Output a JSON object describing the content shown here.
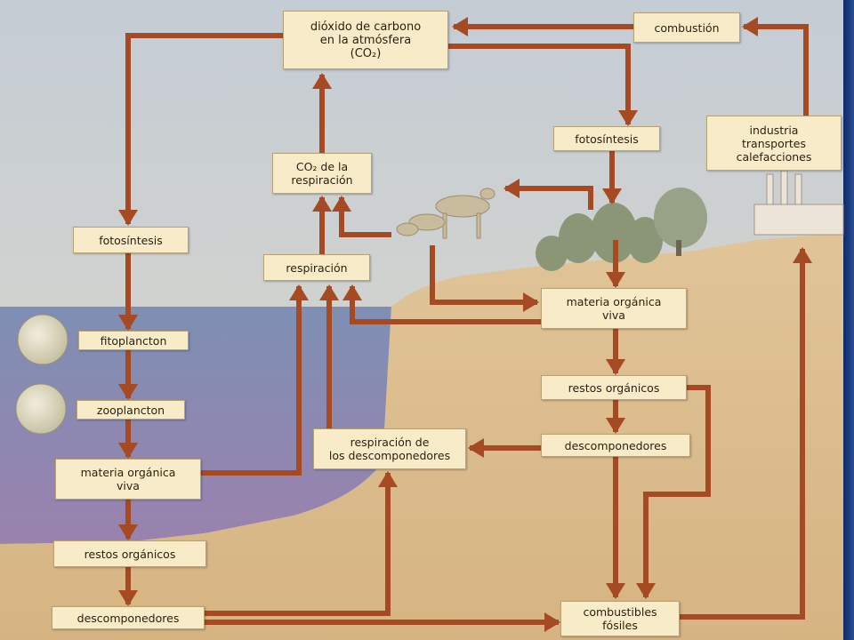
{
  "labels": {
    "co2_atmosphere": [
      "dióxido de carbono",
      "en la atmósfera",
      "(CO₂)"
    ],
    "combustion": "combustión",
    "photosynthesis_land": "fotosíntesis",
    "industry": [
      "industria",
      "transportes",
      "calefacciones"
    ],
    "co2_respiration": [
      "CO₂ de la",
      "respiración"
    ],
    "photosynthesis_sea": "fotosíntesis",
    "respiration": "respiración",
    "organic_matter_land": [
      "materia orgánica",
      "viva"
    ],
    "phytoplankton": "fitoplancton",
    "zooplankton": "zooplancton",
    "organic_remains_land": "restos orgánicos",
    "decomposer_respiration": [
      "respiración de",
      "los descomponedores"
    ],
    "decomposers_land": "descomponedores",
    "organic_matter_sea": [
      "materia orgánica",
      "viva"
    ],
    "organic_remains_sea": "restos orgánicos",
    "decomposers_sea": "descomponedores",
    "fossil_fuels": [
      "combustibles",
      "fósiles"
    ]
  },
  "colors": {
    "arrow": "#a54a22",
    "label_bg": "#f8ecc8",
    "sky": "#bcc8d2",
    "sea": "#8878a8",
    "land": "#d8b888",
    "right_bar": "#1a3a78"
  }
}
